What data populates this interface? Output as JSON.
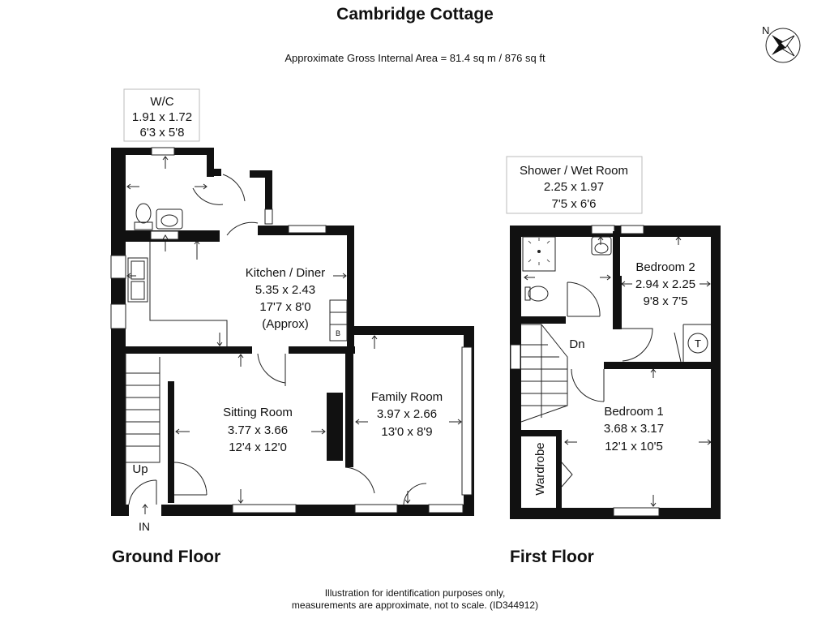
{
  "title": "Cambridge Cottage",
  "area": "Approximate Gross Internal Area = 81.4 sq m / 876 sq ft",
  "compass": "N",
  "floors": {
    "ground": "Ground Floor",
    "first": "First Floor"
  },
  "rooms": {
    "wc": {
      "name": "W/C",
      "metric": "1.91 x 1.72",
      "imperial": "6'3 x 5'8"
    },
    "kitchen": {
      "name": "Kitchen / Diner",
      "metric": "5.35 x 2.43",
      "imperial": "17'7 x 8'0",
      "note": "(Approx)"
    },
    "sitting": {
      "name": "Sitting Room",
      "metric": "3.77 x 3.66",
      "imperial": "12'4 x 12'0"
    },
    "family": {
      "name": "Family Room",
      "metric": "3.97 x 2.66",
      "imperial": "13'0 x 8'9"
    },
    "shower": {
      "name": "Shower / Wet Room",
      "metric": "2.25 x 1.97",
      "imperial": "7'5 x 6'6"
    },
    "bed2": {
      "name": "Bedroom 2",
      "metric": "2.94 x 2.25",
      "imperial": "9'8 x 7'5"
    },
    "bed1": {
      "name": "Bedroom 1",
      "metric": "3.68 x 3.17",
      "imperial": "12'1 x 10'5"
    },
    "wardrobe": {
      "name": "Wardrobe"
    }
  },
  "marks": {
    "up": "Up",
    "in": "IN",
    "dn": "Dn",
    "boiler": "B",
    "tank": "T"
  },
  "footer": {
    "line1": "Illustration for identification purposes only,",
    "line2": "measurements are approximate, not to scale. (ID344912)"
  }
}
